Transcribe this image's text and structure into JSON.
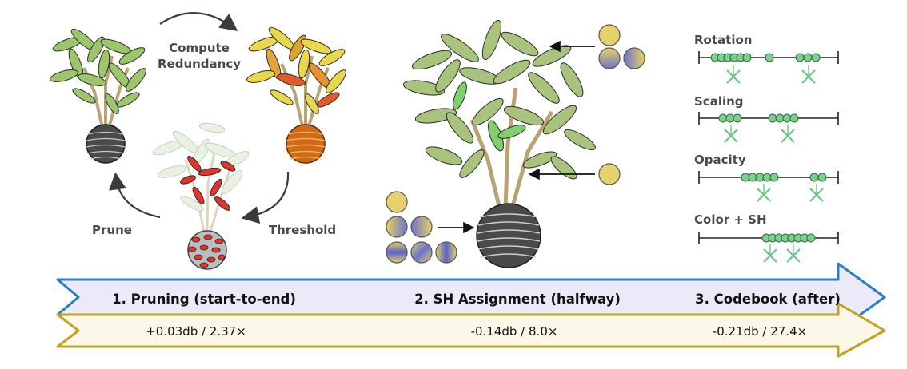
{
  "cycle": {
    "compute_redundancy": [
      "Compute",
      "Redundancy"
    ],
    "threshold": "Threshold",
    "prune": "Prune"
  },
  "params": {
    "rotation": "Rotation",
    "scaling": "Scaling",
    "opacity": "Opacity",
    "color_sh": "Color + SH"
  },
  "stages": [
    {
      "label": "1. Pruning (start-to-end)",
      "result": "+0.03db / 2.37×"
    },
    {
      "label": "2. SH Assignment (halfway)",
      "result": "-0.14db / 8.0×"
    },
    {
      "label": "3. Codebook (after)",
      "result": "-0.21db / 27.4×"
    }
  ],
  "colors": {
    "leaf_green": "#9cc56c",
    "leaf_yellow": "#e9d84c",
    "pot_dark": "#4a4a4a",
    "pot_orange": "#d06a1a",
    "prune_red": "#e0352b",
    "sh_yellow": "#e6d16a",
    "sh_blue": "#6d73c8",
    "arrow_blue_stroke": "#2a7fc4",
    "arrow_blue_fill": "#eceaf8",
    "arrow_gold_stroke": "#c2a321",
    "arrow_gold_fill": "#fbf8e9",
    "codebook_green": "#6cc487"
  }
}
